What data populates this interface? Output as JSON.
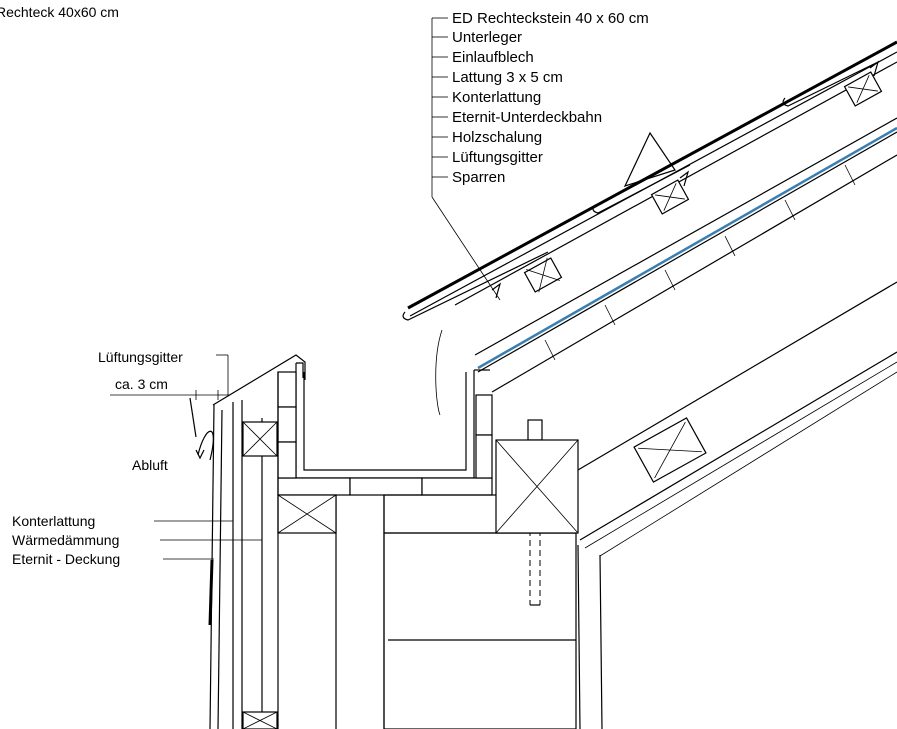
{
  "header_note": "Rechteck 40x60 cm",
  "roof_legend": [
    "ED Rechteckstein 40 x 60  cm",
    "Unterleger",
    "Einlaufblech",
    "Lattung 3 x 5 cm",
    "Konterlattung",
    "Eternit-Unterdeckbahn",
    "Holzschalung",
    "Lüftungsgitter",
    "Sparren"
  ],
  "wall_labels": {
    "vent_grille": "Lüftungsgitter",
    "gap": "ca. 3 cm",
    "exhaust_air": "Abluft",
    "counter_battens": "Konterlattung",
    "insulation": "Wärmedämmung",
    "cladding": "Eternit - Deckung"
  },
  "colors": {
    "membrane": "#3a7fb0",
    "lines": "#000000"
  }
}
